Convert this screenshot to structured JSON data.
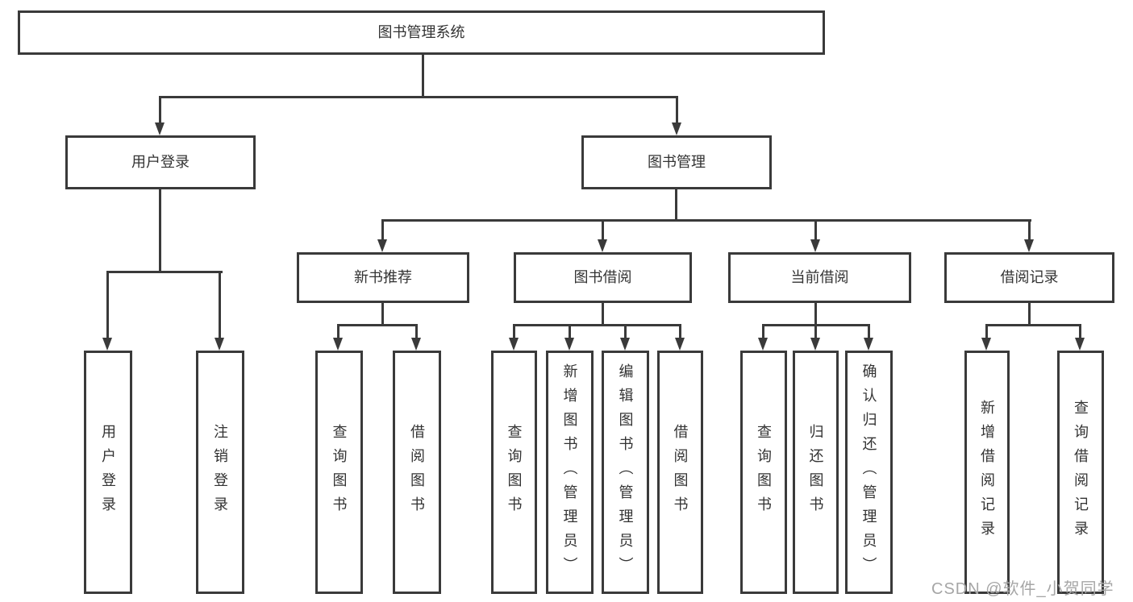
{
  "diagram": {
    "colors": {
      "line": "#3a3a3a",
      "text": "#333333",
      "background": "#ffffff",
      "watermark": "#a6a6a6"
    },
    "root": {
      "label": "图书管理系统"
    },
    "branches": [
      {
        "label": "用户登录",
        "children": [
          {
            "label": "用户登录"
          },
          {
            "label": "注销登录"
          }
        ]
      },
      {
        "label": "图书管理",
        "children": [
          {
            "label": "新书推荐",
            "children": [
              {
                "label": "查询图书"
              },
              {
                "label": "借阅图书"
              }
            ]
          },
          {
            "label": "图书借阅",
            "children": [
              {
                "label": "查询图书"
              },
              {
                "label": "新增图书（管理员）"
              },
              {
                "label": "编辑图书（管理员）"
              },
              {
                "label": "借阅图书"
              }
            ]
          },
          {
            "label": "当前借阅",
            "children": [
              {
                "label": "查询图书"
              },
              {
                "label": "归还图书"
              },
              {
                "label": "确认归还（管理员）"
              }
            ]
          },
          {
            "label": "借阅记录",
            "children": [
              {
                "label": "新增借阅记录"
              },
              {
                "label": "查询借阅记录"
              }
            ]
          }
        ]
      }
    ],
    "watermark": "CSDN @软件_小贺同学"
  }
}
